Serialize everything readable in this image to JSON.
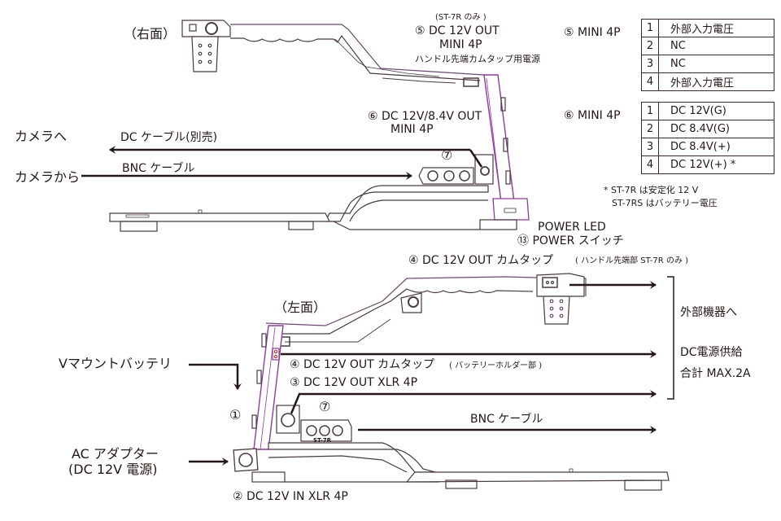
{
  "views": {
    "right": "（右面）",
    "left": "（左面）"
  },
  "top_labels": {
    "dc_cable": "DC ケーブル(別売)",
    "to_camera": "カメラへ",
    "from_camera": "カメラから",
    "bnc_cable": "BNC ケーブル",
    "port6_title": "⑥ DC 12V/8.4V OUT",
    "port6_sub": "MINI 4P",
    "port5_note": "(ST-7R のみ )",
    "port5_title": "⑤ DC 12V OUT",
    "port5_sub": "MINI 4P",
    "port5_desc": "ハンドル先端カムタップ用電源",
    "port7": "⑦",
    "power_led": "POWER LED",
    "power_switch": "⑬ POWER スイッチ"
  },
  "bottom_labels": {
    "port4_handle": "④ DC 12V OUT カムタップ",
    "port4_handle_note": "( ハンドル先端部 ST-7R のみ )",
    "port4_battery": "④ DC 12V OUT カムタップ",
    "port4_battery_note": "( バッテリーホルダー部 )",
    "port3": "③ DC 12V OUT XLR 4P",
    "port7": "⑦",
    "port1": "①",
    "v_mount": "Vマウントバッテリ",
    "ac_adapter_1": "AC アダプター",
    "ac_adapter_2": "(DC 12V 電源)",
    "port2": "② DC 12V IN XLR 4P",
    "bnc_cable": "BNC ケーブル",
    "model_tag": "ST-7R",
    "external_1": "外部機器へ",
    "external_2": "DC電源供給",
    "external_3": "合計 MAX.2A"
  },
  "pin_tables": [
    {
      "title": "⑤ MINI 4P",
      "rows": [
        {
          "pin": "1",
          "value": "外部入力電圧"
        },
        {
          "pin": "2",
          "value": "NC"
        },
        {
          "pin": "3",
          "value": "NC"
        },
        {
          "pin": "4",
          "value": "外部入力電圧"
        }
      ]
    },
    {
      "title": "⑥ MINI 4P",
      "rows": [
        {
          "pin": "1",
          "value": "DC 12V(G)"
        },
        {
          "pin": "2",
          "value": "DC 8.4V(G)"
        },
        {
          "pin": "3",
          "value": "DC 8.4V(+)"
        },
        {
          "pin": "4",
          "value": "DC 12V(+) *"
        }
      ]
    }
  ],
  "footnote": {
    "line1": "* ST-7R は安定化 12 V",
    "line2": "ST-7RS はバッテリー電圧"
  },
  "colors": {
    "ink": "#231815",
    "device_outline": "#4a3b40",
    "accent_purple": "#8e3a9c"
  }
}
